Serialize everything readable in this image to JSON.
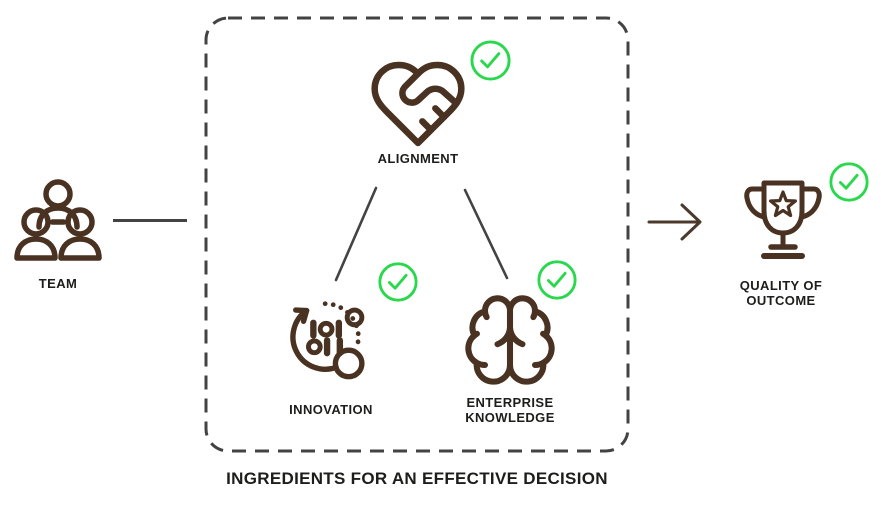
{
  "colors": {
    "brown": "#4A3222",
    "green": "#2BD84D",
    "text": "#1D1D1B",
    "gray": "#434343",
    "arrow": "#4B392B",
    "bg": "#FFFFFF"
  },
  "icons": {
    "team": "three-people-icon",
    "alignment": "heart-handshake-icon",
    "innovation": "process-binary-icon",
    "enterprise_knowledge": "brain-icon",
    "outcome": "trophy-star-icon",
    "status": "check-circle-icon"
  },
  "diagram": {
    "team": {
      "label": "TEAM"
    },
    "box": {
      "caption": "INGREDIENTS FOR AN EFFECTIVE DECISION",
      "nodes": {
        "alignment": {
          "label": "ALIGNMENT",
          "checked": true
        },
        "innovation": {
          "label": "INNOVATION",
          "checked": true
        },
        "enterprise_knowledge": {
          "label": "ENTERPRISE KNOWLEDGE",
          "checked": true
        }
      }
    },
    "outcome": {
      "label": "QUALITY OF OUTCOME",
      "checked": true
    }
  }
}
